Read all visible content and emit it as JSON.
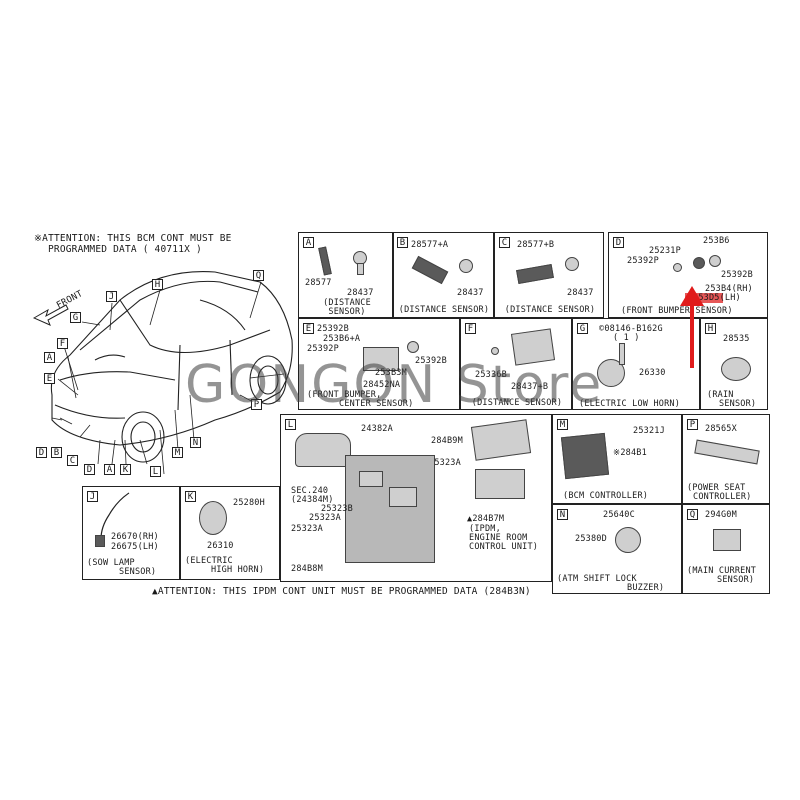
{
  "attention_bcm": [
    "※ATTENTION: THIS BCM CONT MUST BE",
    "PROGRAMMED DATA ( 40711X )"
  ],
  "front_arrow": "FRONT",
  "car_tags": [
    "A",
    "F",
    "G",
    "J",
    "H",
    "Q",
    "E",
    "D",
    "B",
    "C",
    "D",
    "A",
    "K",
    "L",
    "M",
    "N",
    "P"
  ],
  "panels": {
    "A": {
      "letter": "A",
      "parts": [
        "28577",
        "28437"
      ],
      "caption": [
        "(DISTANCE",
        "SENSOR)"
      ]
    },
    "B": {
      "letter": "B",
      "parts": [
        "28577+A",
        "28437"
      ],
      "caption": [
        "(DISTANCE SENSOR)"
      ]
    },
    "C": {
      "letter": "C",
      "parts": [
        "28577+B",
        "28437"
      ],
      "caption": [
        "(DISTANCE SENSOR)"
      ]
    },
    "D": {
      "letter": "D",
      "parts": [
        "253B6",
        "25231P",
        "25392P",
        "25392B",
        "253B4(RH)",
        "253D5(LH)"
      ],
      "caption": [
        "(FRONT BUMPER SENSOR)"
      ]
    },
    "E": {
      "letter": "E",
      "parts": [
        "25392B",
        "253B6+A",
        "25392P",
        "25392B",
        "253B3M",
        "28452NA"
      ],
      "caption": [
        "(FRONT BUMPER,",
        "CENTER SENSOR)"
      ]
    },
    "F": {
      "letter": "F",
      "parts": [
        "25336B",
        "28437+B"
      ],
      "caption": [
        "(DISTANCE SENSOR)"
      ]
    },
    "G": {
      "letter": "G",
      "parts": [
        "©08146-B162G",
        "( 1 )",
        "26330"
      ],
      "caption": [
        "(ELECTRIC LOW HORN)"
      ]
    },
    "H": {
      "letter": "H",
      "parts": [
        "28535"
      ],
      "caption": [
        "(RAIN",
        "SENSOR)"
      ]
    },
    "L": {
      "letter": "L",
      "parts": [
        "24382A",
        "284B9M",
        "25323A",
        "SEC.240",
        "(24384M)",
        "25323B",
        "25323A",
        "25323A",
        "284B8M",
        "▲284B7M",
        "(IPDM,",
        "ENGINE ROOM",
        "CONTROL UNIT)"
      ]
    },
    "M": {
      "letter": "M",
      "parts": [
        "25321J",
        "※284B1"
      ],
      "caption": [
        "(BCM CONTROLLER)"
      ]
    },
    "P": {
      "letter": "P",
      "parts": [
        "28565X"
      ],
      "caption": [
        "(POWER SEAT",
        "CONTROLLER)"
      ]
    },
    "J": {
      "letter": "J",
      "parts": [
        "26670(RH)",
        "26675(LH)"
      ],
      "caption": [
        "(SOW LAMP",
        "SENSOR)"
      ]
    },
    "K": {
      "letter": "K",
      "parts": [
        "25280H",
        "26310"
      ],
      "caption": [
        "(ELECTRIC",
        "HIGH HORN)"
      ]
    },
    "N": {
      "letter": "N",
      "parts": [
        "25640C",
        "25380D"
      ],
      "caption": [
        "(ATM SHIFT LOCK",
        "BUZZER)"
      ]
    },
    "Q": {
      "letter": "Q",
      "parts": [
        "294G0M"
      ],
      "caption": [
        "(MAIN CURRENT",
        "SENSOR)"
      ]
    }
  },
  "attention_ipdm": "▲ATTENTION: THIS IPDM CONT UNIT MUST BE PROGRAMMED DATA (284B3N)",
  "watermark": "GONGON Store",
  "colors": {
    "highlight": "#e23a3a",
    "arrow": "#e01b1b",
    "line": "#222222"
  }
}
